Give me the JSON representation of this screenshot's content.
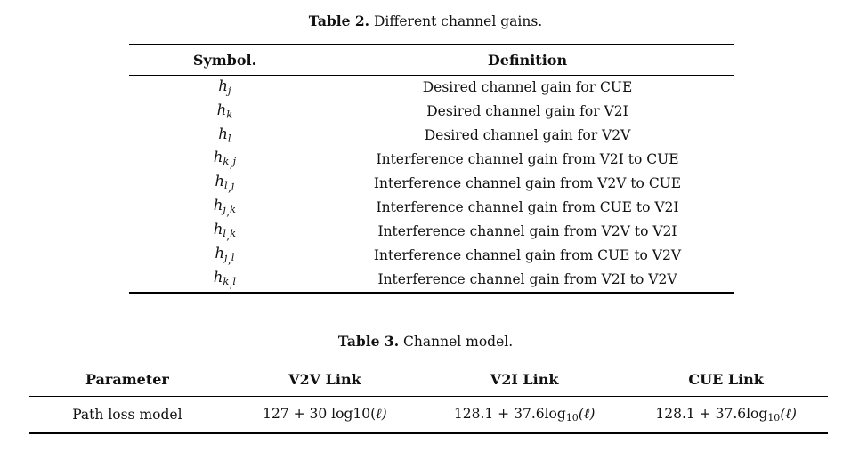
{
  "document": {
    "background_color": "#ffffff",
    "text_color": "#111111"
  },
  "table2": {
    "caption_label": "Table 2.",
    "caption_text": "Different channel gains.",
    "columns": [
      "Symbol.",
      "Definition"
    ],
    "rows": [
      {
        "symbol_base": "h",
        "symbol_sub": "j",
        "symbol_plain": "h_j",
        "definition": "Desired channel gain for CUE"
      },
      {
        "symbol_base": "h",
        "symbol_sub": "k",
        "symbol_plain": "h_k",
        "definition": "Desired channel gain for V2I"
      },
      {
        "symbol_base": "h",
        "symbol_sub": "l",
        "symbol_plain": "h_l",
        "definition": "Desired channel gain for V2V"
      },
      {
        "symbol_base": "h",
        "symbol_sub": "k,j",
        "symbol_plain": "h_k,j",
        "definition": "Interference channel gain from V2I to CUE"
      },
      {
        "symbol_base": "h",
        "symbol_sub": "l,j",
        "symbol_plain": "h_l,j",
        "definition": "Interference channel gain from V2V to CUE"
      },
      {
        "symbol_base": "h",
        "symbol_sub": "j,k",
        "symbol_plain": "h_j,k",
        "definition": "Interference channel gain from CUE to V2I"
      },
      {
        "symbol_base": "h",
        "symbol_sub": "l,k",
        "symbol_plain": "h_l,k",
        "definition": "Interference channel gain from V2V to V2I"
      },
      {
        "symbol_base": "h",
        "symbol_sub": "j,l",
        "symbol_plain": "h_j,l",
        "definition": "Interference channel gain from CUE to V2V"
      },
      {
        "symbol_base": "h",
        "symbol_sub": "k,l",
        "symbol_plain": "h_k,l",
        "definition": "Interference channel gain from V2I to V2V"
      }
    ]
  },
  "table3": {
    "caption_label": "Table 3.",
    "caption_text": "Channel model.",
    "columns": [
      "Parameter",
      "V2V Link",
      "V2I Link",
      "CUE Link"
    ],
    "rows": [
      {
        "parameter": "Path loss model",
        "v2v_link": "127 + 30 log10(ℓ)",
        "v2i_link": "128.1 + 37.6log10(ℓ)",
        "cue_link": "128.1 + 37.6log10(ℓ)",
        "v2v_parts": {
          "lead": "127 + 30 log10(",
          "sub": "",
          "tail": "ℓ)"
        },
        "v2i_parts": {
          "lead": "128.1 + 37.6log",
          "sub": "10",
          "tail": "(ℓ)"
        },
        "cue_parts": {
          "lead": "128.1 + 37.6log",
          "sub": "10",
          "tail": "(ℓ)"
        }
      }
    ]
  }
}
